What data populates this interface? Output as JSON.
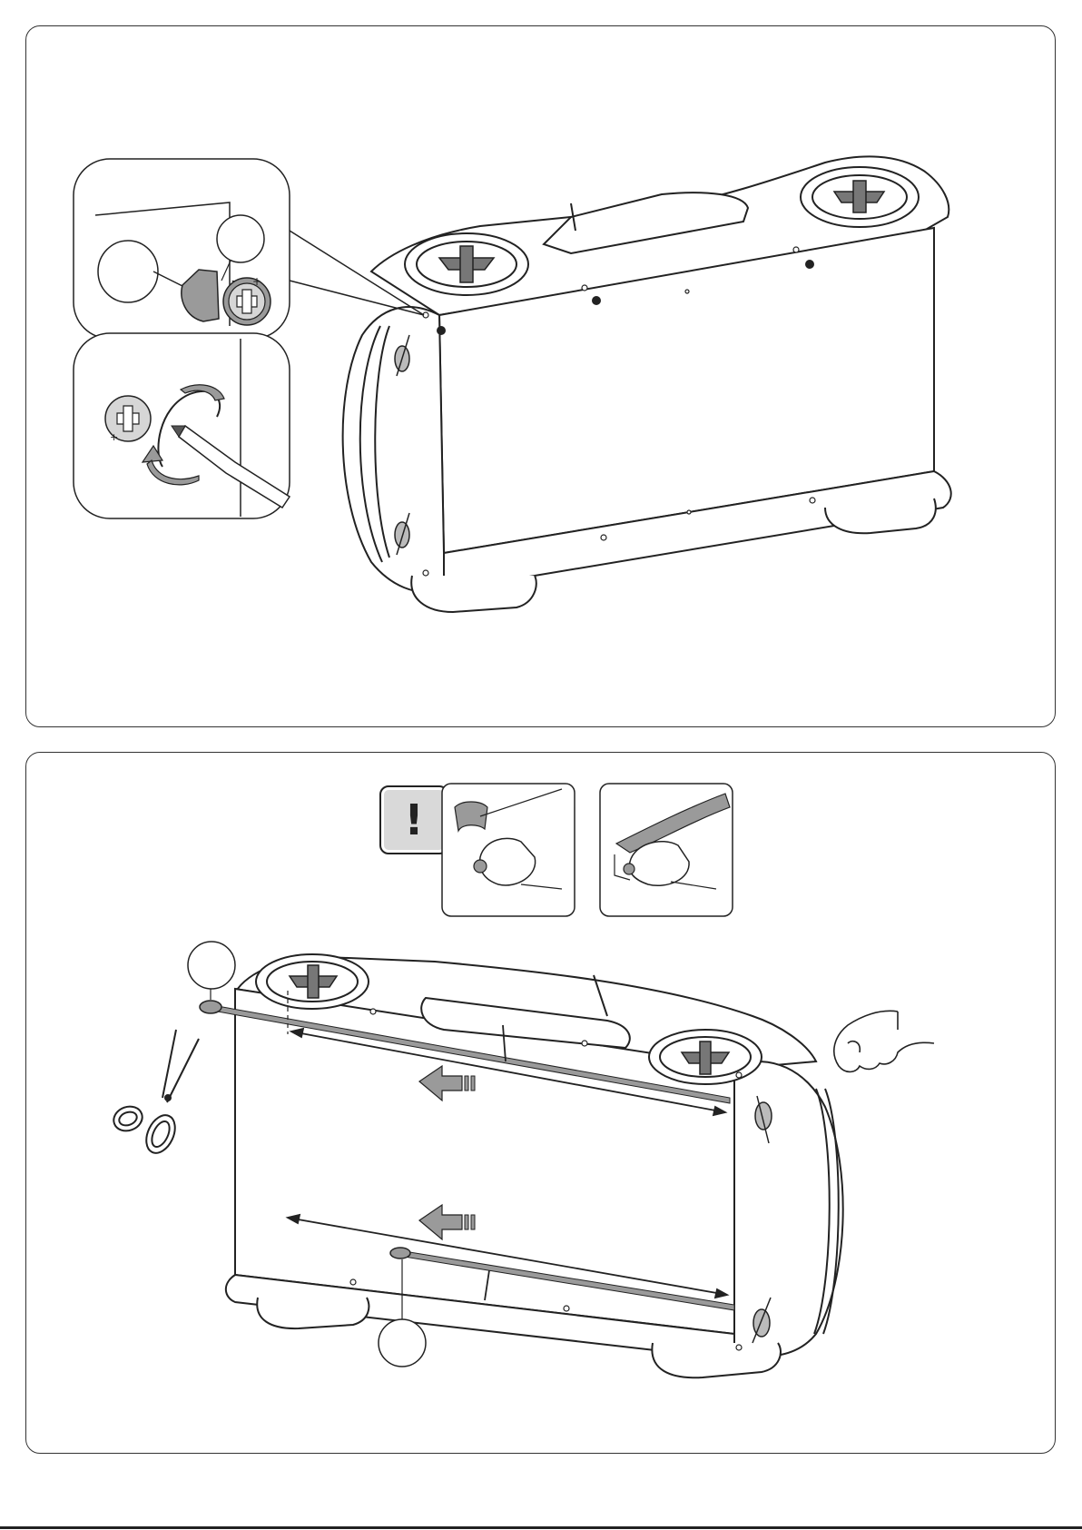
{
  "steps": [
    {
      "id": "fittings-step",
      "detail_callouts": [
        "cam-lock-insert-detail",
        "cam-lock-tighten-detail"
      ],
      "cam_marks": [
        "+",
        "-",
        "+"
      ]
    },
    {
      "id": "tape-step",
      "notice_icon": "exclamation-icon",
      "hint_images": [
        "peel-tape-hint",
        "press-tape-hint"
      ],
      "tools": [
        "scissors-icon",
        "hand-icon"
      ],
      "arrows": [
        "direction-arrow-left",
        "direction-arrow-left"
      ]
    }
  ],
  "colors": {
    "line": "#222222",
    "shade": "#9a9a9a",
    "light": "#d6d6d6",
    "dark": "#555555"
  }
}
